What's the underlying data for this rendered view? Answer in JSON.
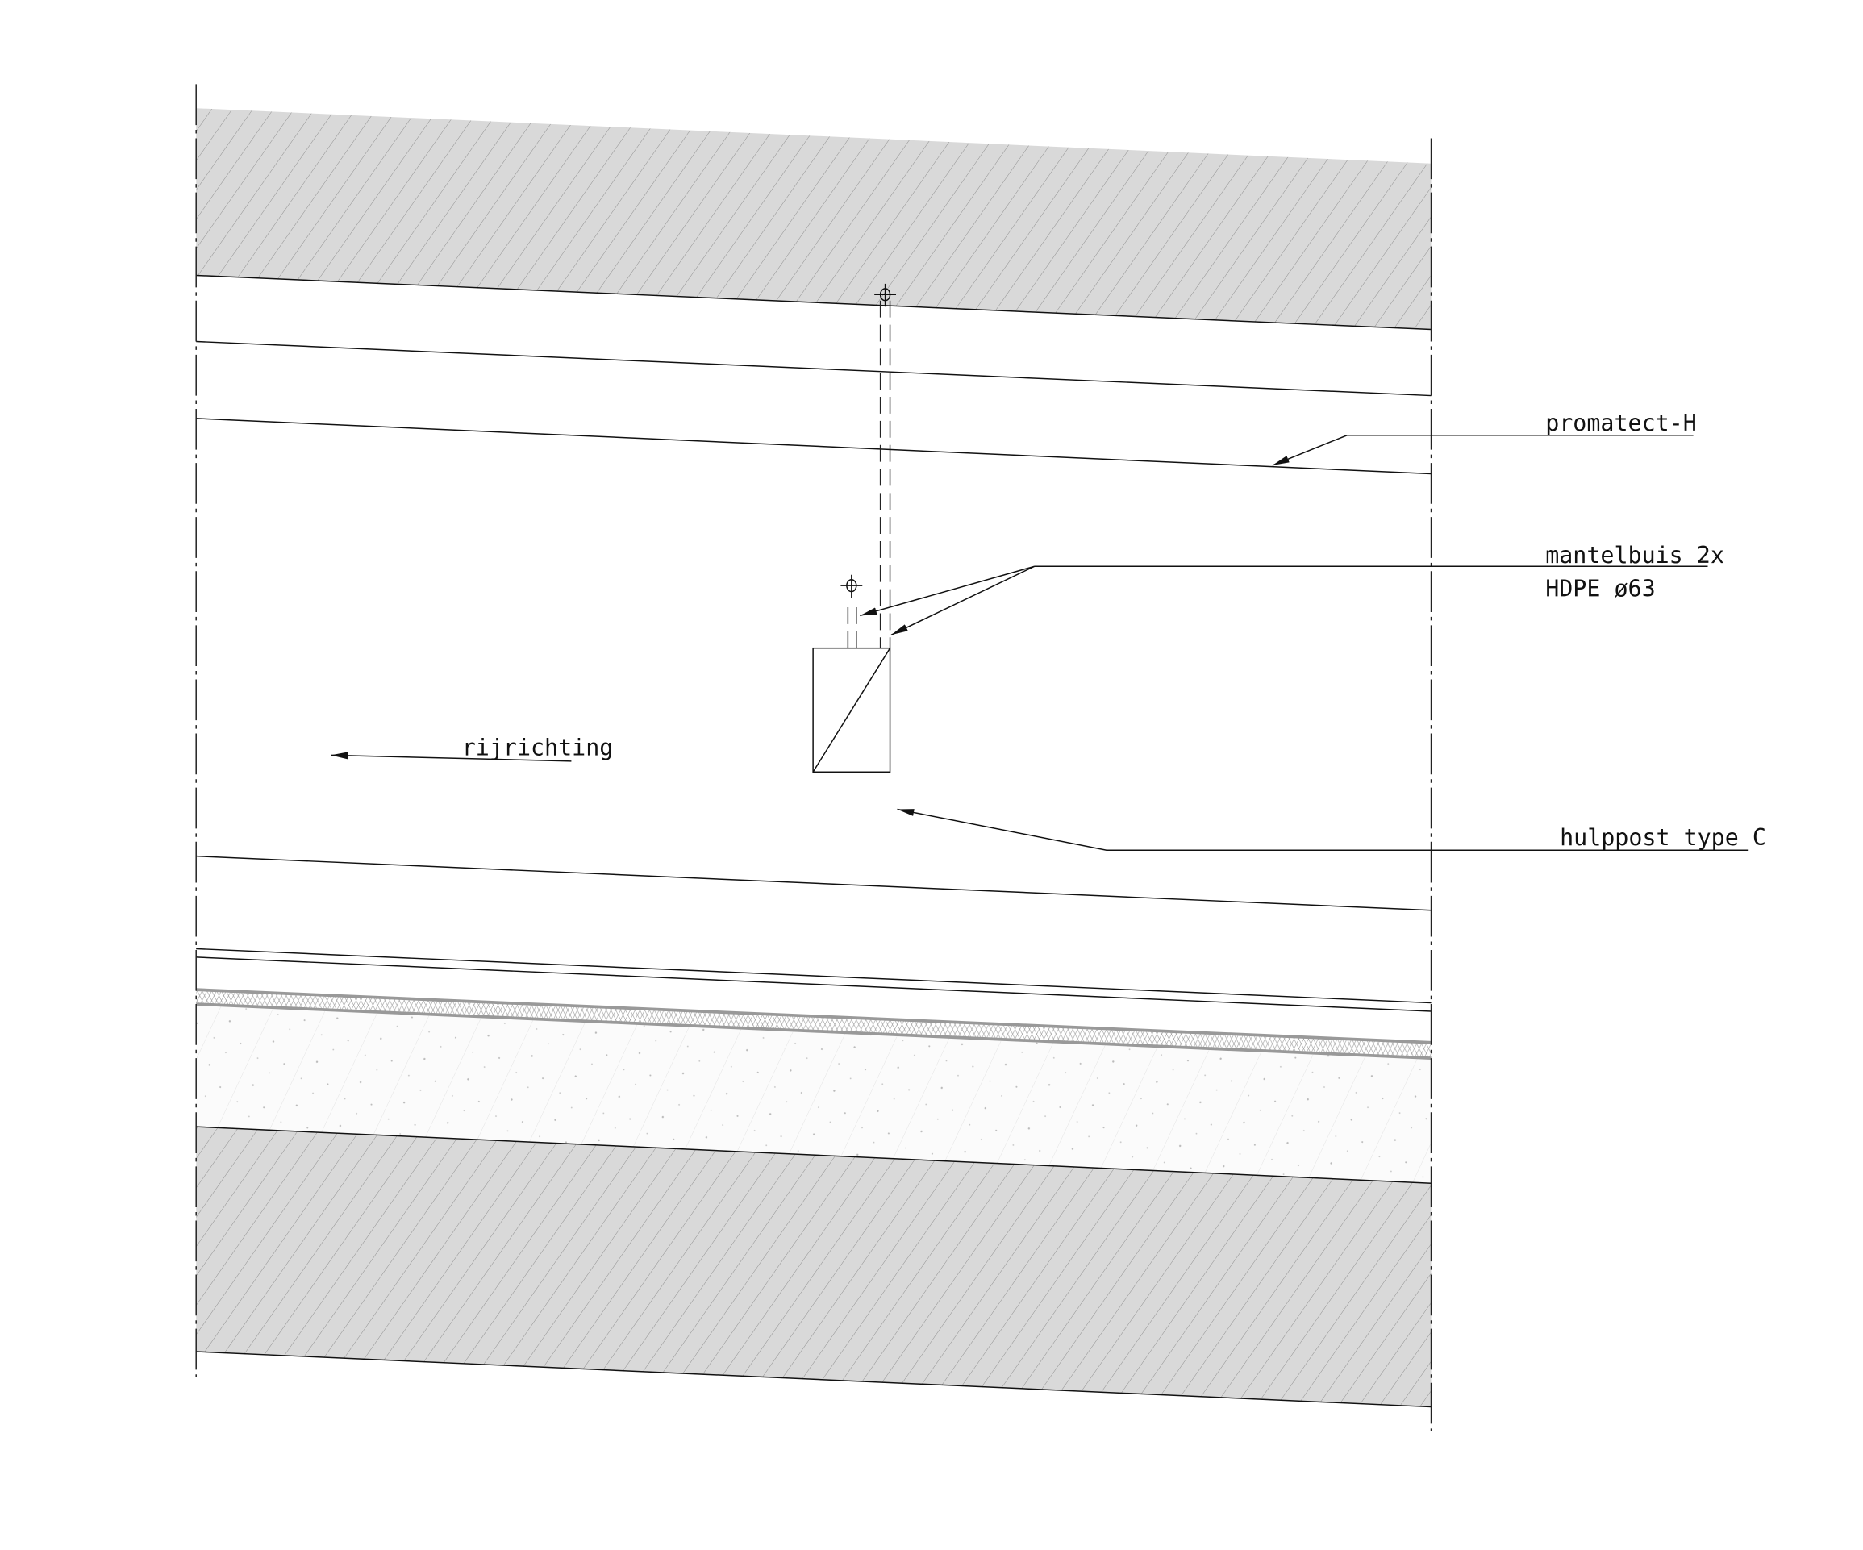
{
  "drawing": {
    "labels": {
      "promatect": "promatect-H",
      "mantelbuis_line1": "mantelbuis 2x",
      "mantelbuis_line2": "HDPE ø63",
      "hulppost": "hulppost type C",
      "rijrichting": "rijrichting"
    },
    "colors": {
      "hatch_fill": "#d9d9d9",
      "insulation": "#999999",
      "line": "#111111"
    }
  }
}
